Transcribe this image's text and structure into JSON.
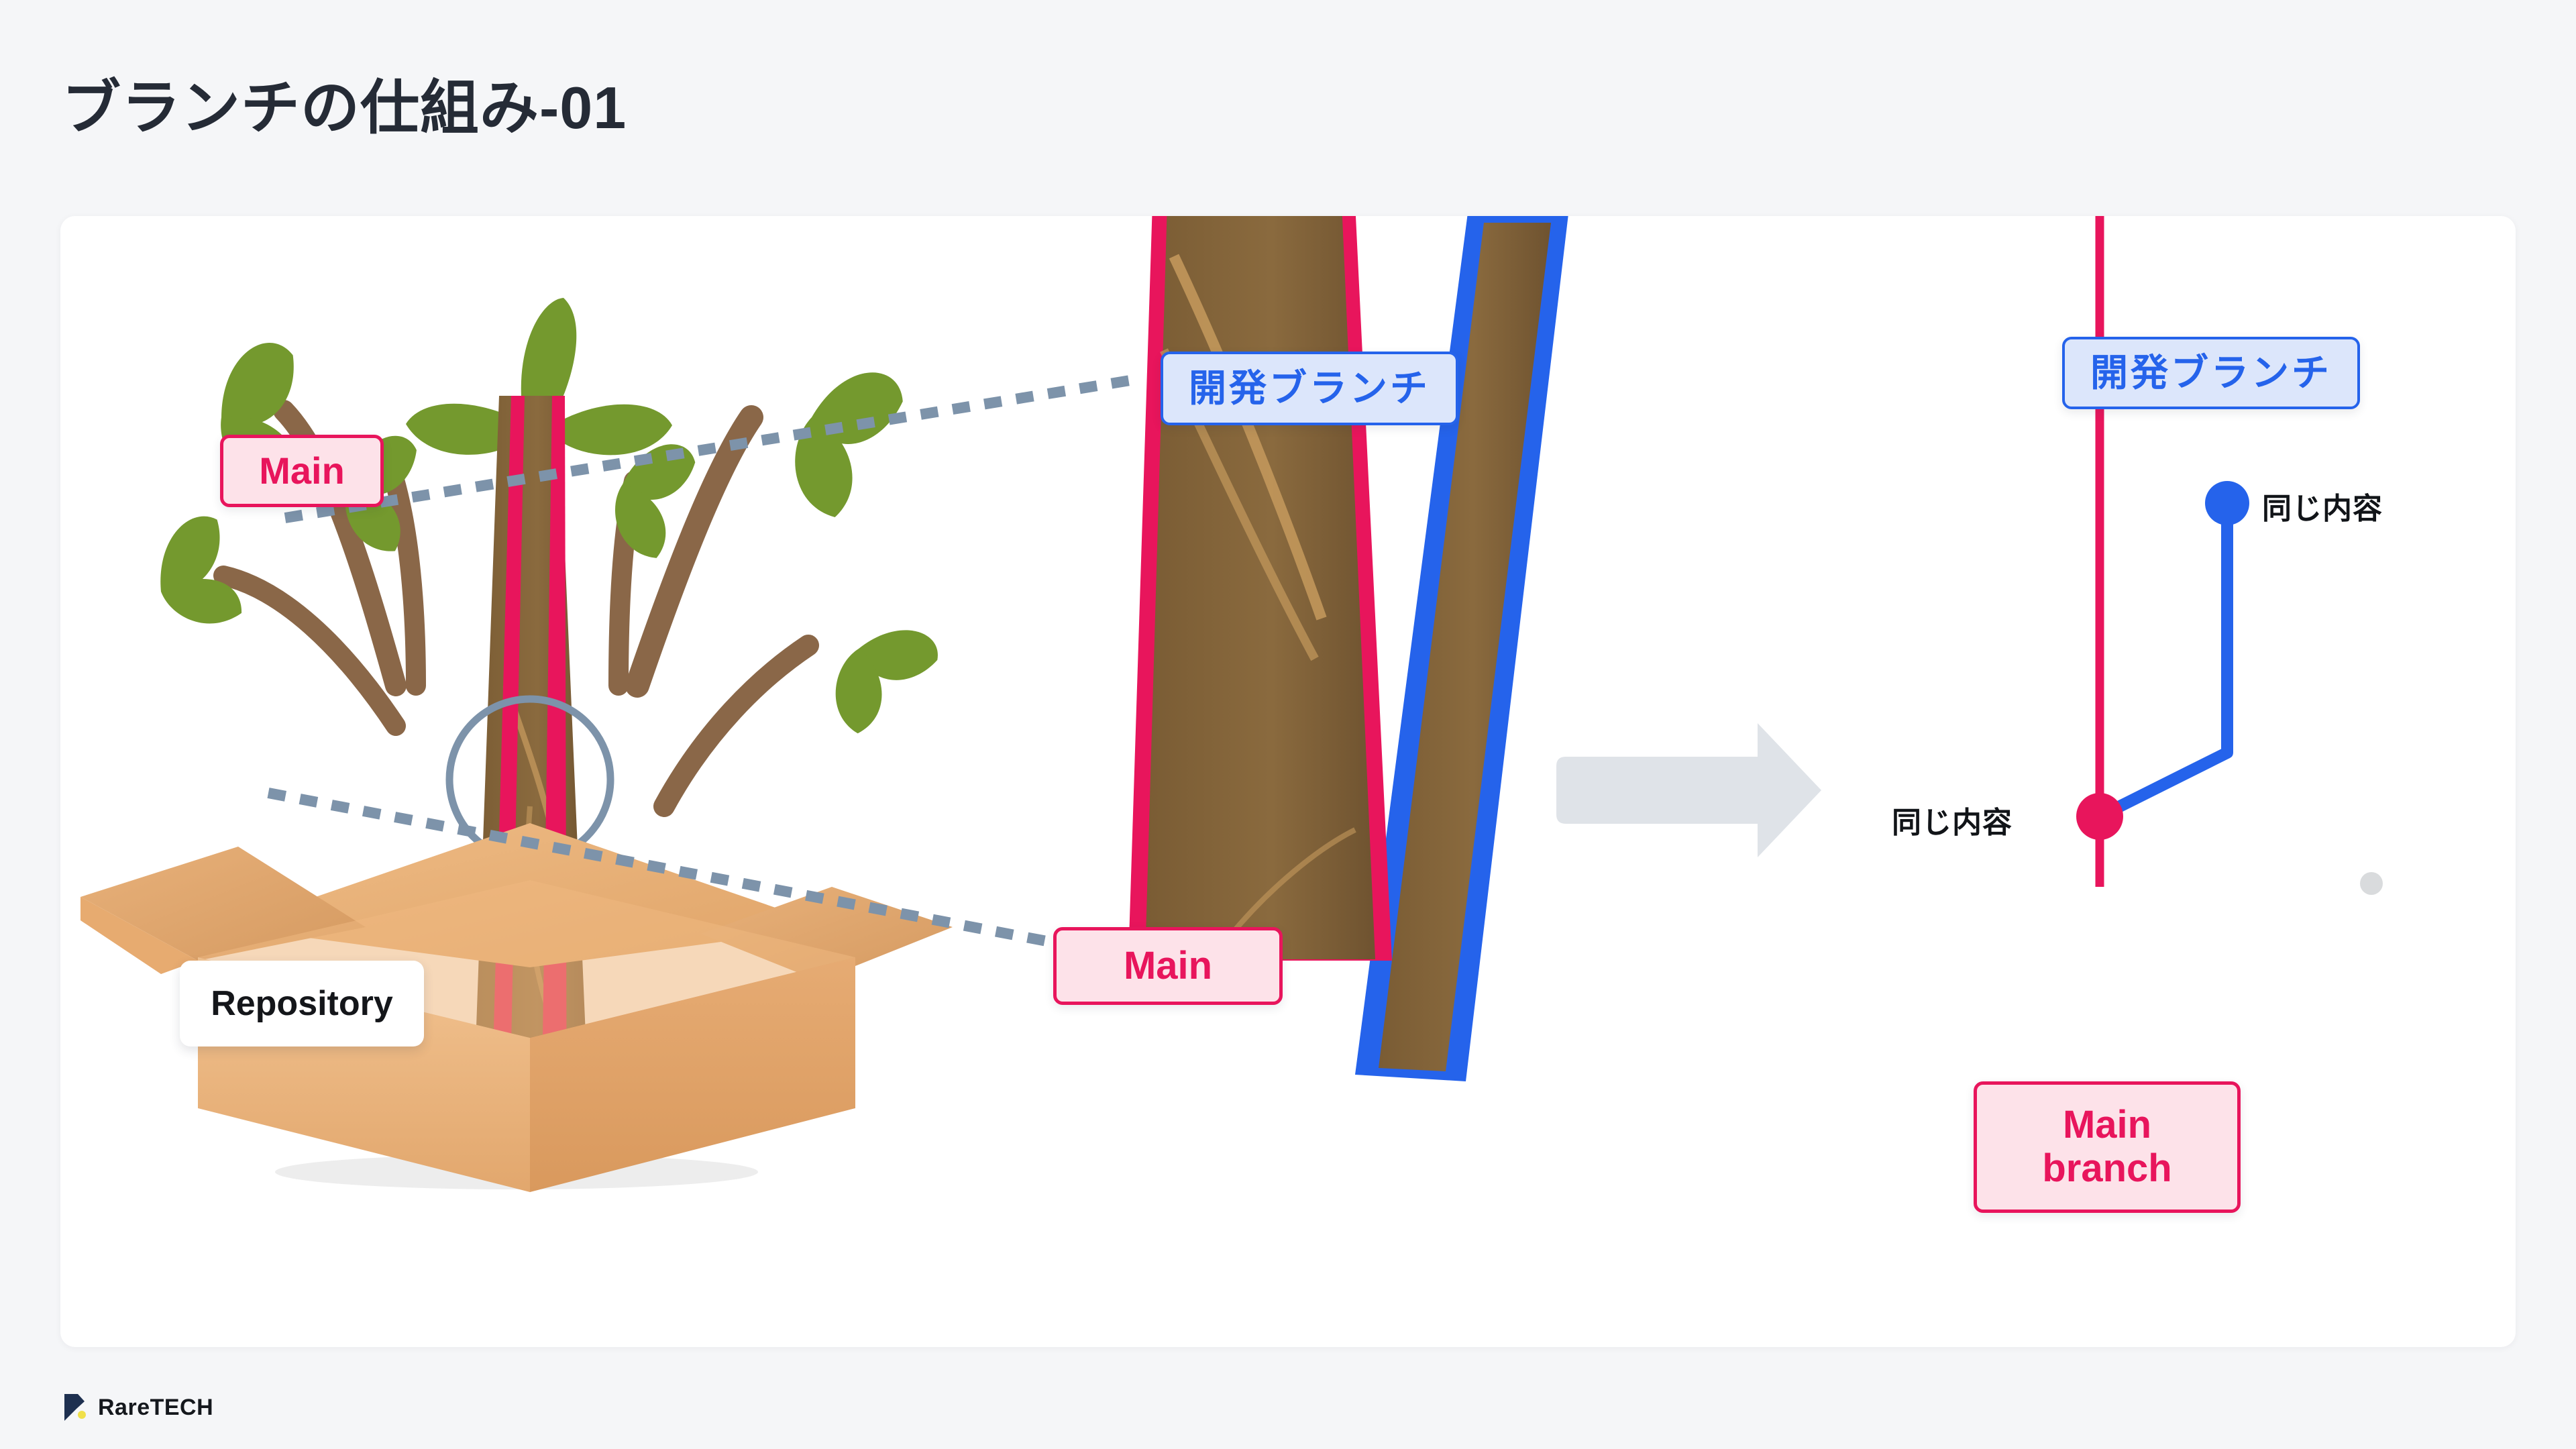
{
  "page": {
    "title": "ブランチの仕組み-01",
    "background_color": "#f5f6f8",
    "card_color": "#ffffff"
  },
  "colors": {
    "crimson": "#e8155c",
    "pink_fill": "#fde2e9",
    "blue": "#2563eb",
    "blue_fill": "#dce6fb",
    "trunk_brown": "#7d6037",
    "branch_brown": "#8a6748",
    "leaf_green": "#74992e",
    "box_tan": "#e8b478",
    "slate": "#71849a",
    "arrow_gray": "#dfe3e8",
    "title_ink": "#252b36"
  },
  "panels": {
    "left": {
      "name": "tree-in-repository",
      "main_badge": "Main",
      "repository_badge": "Repository",
      "highlight_circle": "magnifier-circle"
    },
    "middle": {
      "name": "trunk-closeup",
      "main_badge": "Main",
      "dev_branch_badge": "開発ブランチ"
    },
    "right": {
      "name": "branch-graph",
      "dev_branch_badge": "開発ブランチ",
      "main_badge": "Main\nbranch",
      "node_label_top": "同じ内容",
      "node_label_bottom": "同じ内容"
    }
  },
  "arrow": {
    "name": "transform-arrow",
    "direction": "right",
    "color": "#dfe3e8"
  },
  "footer": {
    "brand": "RareTECH",
    "mark_color": "#1e3050",
    "dot_color": "#f0e04a"
  }
}
